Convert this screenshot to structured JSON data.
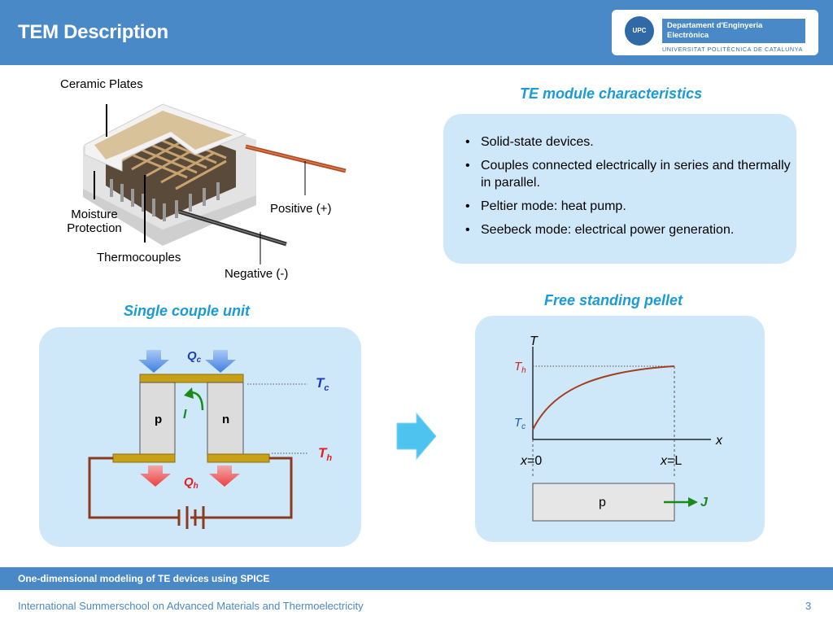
{
  "header": {
    "title": "TEM Description",
    "logo": {
      "seal_text": "UPC",
      "department_line1": "Departament d'Enginyeria",
      "department_line2": "Electrònica",
      "university": "UNIVERSITAT POLITÈCNICA DE CATALUNYA"
    }
  },
  "module_figure": {
    "labels": {
      "ceramic_plates": "Ceramic Plates",
      "moisture_protection_line1": "Moisture",
      "moisture_protection_line2": "Protection",
      "thermocouples": "Thermocouples",
      "positive": "Positive (+)",
      "negative": "Negative (-)"
    }
  },
  "characteristics": {
    "heading": "TE module characteristics",
    "bullets": [
      "Solid-state devices.",
      "Couples connected electrically in series and thermally in parallel.",
      "Peltier mode: heat pump.",
      "Seebeck mode: electrical power generation."
    ]
  },
  "single_couple": {
    "heading": "Single couple unit",
    "qc_main": "Q",
    "qc_sub": "c",
    "qh_main": "Q",
    "qh_sub": "h",
    "tc_main": "T",
    "tc_sub": "c",
    "th_main": "T",
    "th_sub": "h",
    "p_label": "p",
    "n_label": "n",
    "current_label": "I",
    "colors": {
      "plate": "#c8a018",
      "leg": "#dcdcdc",
      "wire": "#8b3a1e",
      "cold_arrow": "#5b8ee6",
      "hot_arrow": "#f05050",
      "current": "#1a8a1a"
    }
  },
  "arrow": {
    "color": "#4fc3ef"
  },
  "pellet": {
    "heading": "Free standing pellet",
    "t_axis": "T",
    "x_axis": "x",
    "th_main": "T",
    "th_sub": "h",
    "tc_main": "T",
    "tc_sub": "c",
    "x0_var": "x",
    "x0_val": "=0",
    "xl_var": "x",
    "xl_val": "=L",
    "p_label": "p",
    "j_label": "J",
    "colors": {
      "curve": "#a0401e",
      "th": "#d42020",
      "tc": "#1e56c8",
      "flux": "#1a8a1a"
    }
  },
  "footer": {
    "topic": "One-dimensional modeling of TE devices using SPICE",
    "event": "International Summerschool on Advanced Materials and Thermoelectricity",
    "page": "3"
  }
}
